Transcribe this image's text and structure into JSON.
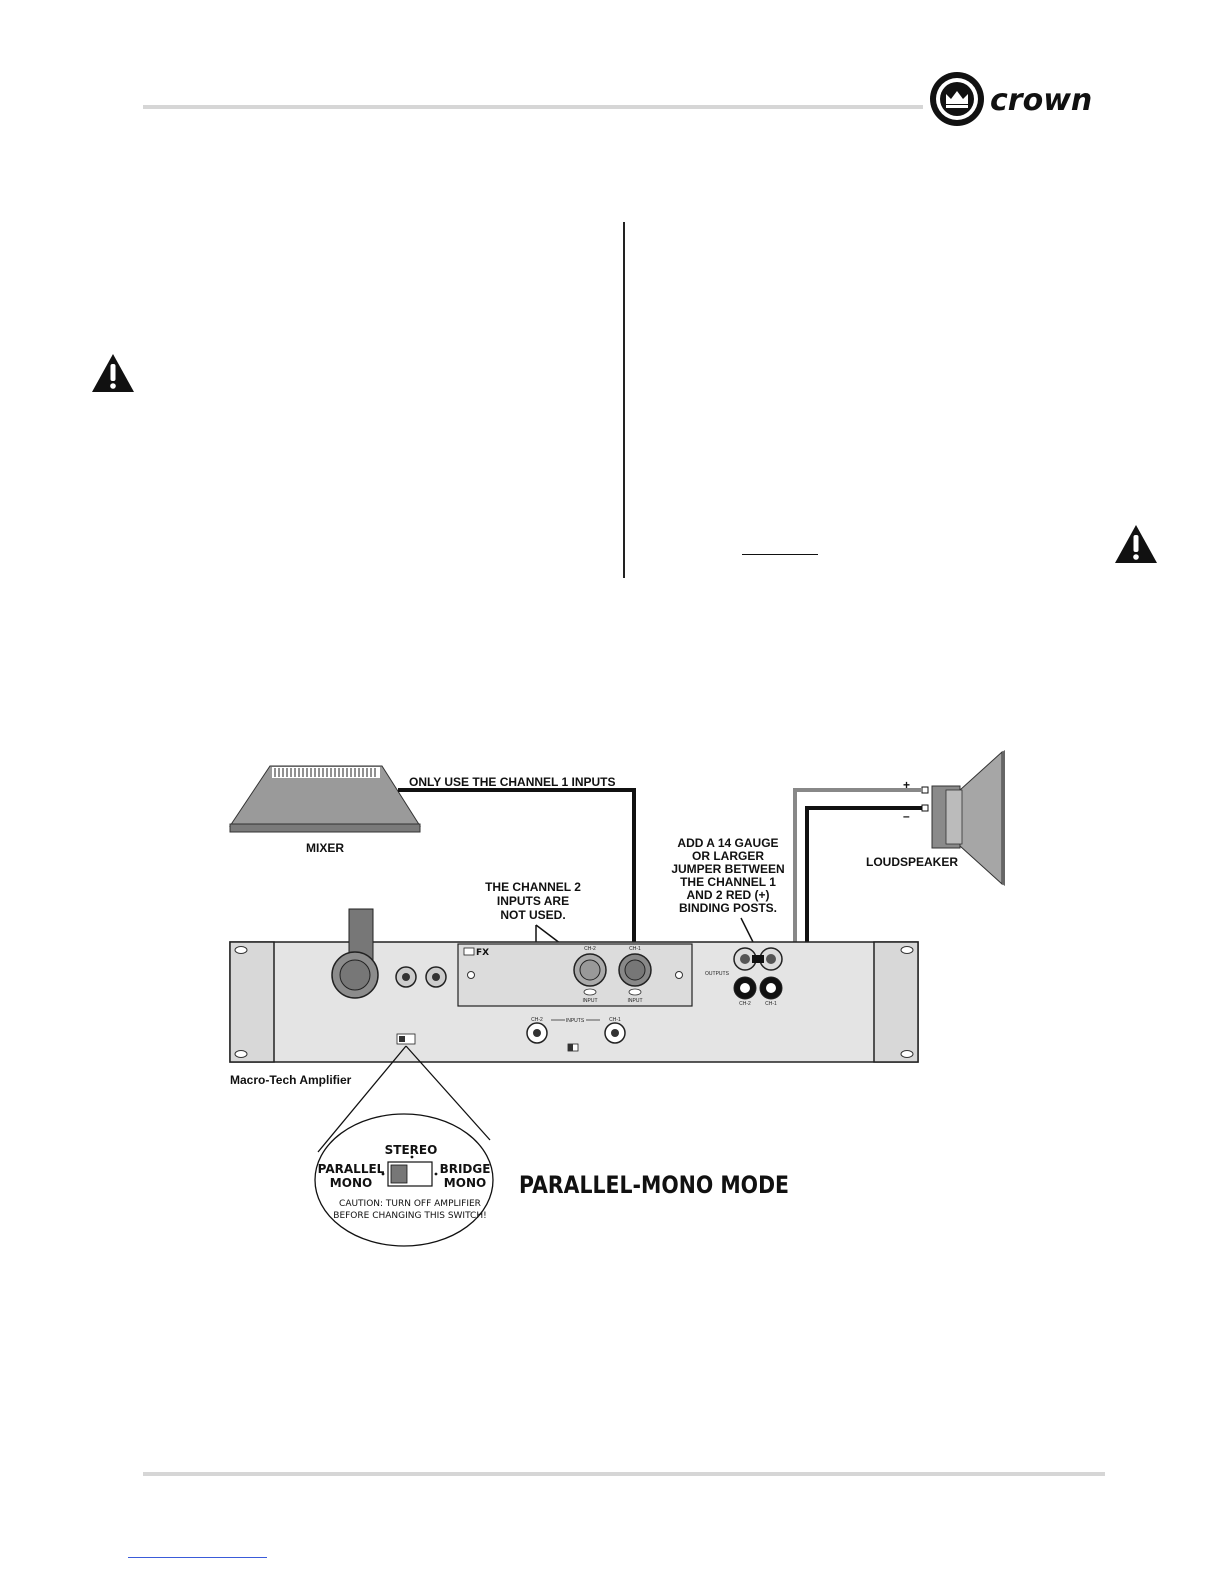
{
  "header": {
    "brand_name": "crown"
  },
  "warning_icons": [
    "warning-triangle-icon",
    "warning-triangle-icon"
  ],
  "diagram": {
    "mixer_label": "MIXER",
    "channel1_note": "ONLY USE THE CHANNEL 1 INPUTS",
    "channel2_note": [
      "THE CHANNEL 2",
      "INPUTS ARE",
      "NOT USED."
    ],
    "jumper_note": [
      "ADD A 14 GAUGE",
      "OR LARGER",
      "JUMPER BETWEEN",
      "THE CHANNEL 1",
      "AND 2 RED (+)",
      "BINDING POSTS."
    ],
    "loudspeaker_label": "LOUDSPEAKER",
    "plus_sign": "+",
    "minus_sign": "–",
    "amplifier_label": "Macro-Tech Amplifier",
    "panel": {
      "card_label": "FX",
      "ch2": "CH-2",
      "ch1": "CH-1",
      "input": "INPUT",
      "inputs": "INPUTS",
      "outputs": "OUTPUTS"
    },
    "switch_callout": {
      "stereo": "STEREO",
      "parallel": "PARALLEL",
      "bridge": "BRIDGE",
      "mono": "MONO",
      "caution_line1": "CAUTION: TURN OFF AMPLIFIER",
      "caution_line2": "BEFORE CHANGING THIS SWITCH!"
    },
    "mode_title": "PARALLEL-MONO MODE"
  },
  "colors": {
    "ink": "#111111",
    "rule": "#d6d6d6",
    "panel_fill": "#e4e4e4",
    "mixer_fill": "#9a9a9a",
    "link": "#3a5bd9"
  }
}
